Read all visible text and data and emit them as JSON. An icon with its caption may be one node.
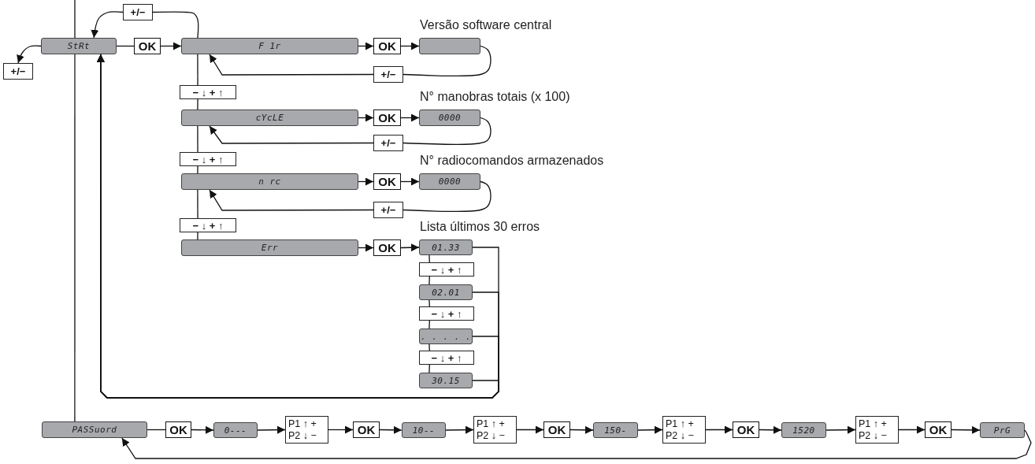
{
  "diagram": {
    "nodes": [
      {
        "text": [
          "StRt"
        ]
      },
      {
        "text": [
          "+/−"
        ]
      },
      {
        "text": [
          "+/−"
        ]
      },
      {
        "text": [
          "OK"
        ]
      },
      {
        "text": [
          "F 1r"
        ]
      },
      {
        "text": [
          "OK"
        ]
      },
      {
        "text": [],
        "shape": "box",
        "beside": [
          "Versão software central"
        ]
      },
      {
        "text": [
          "+/−"
        ]
      },
      {
        "text": [
          "− ↓ + ↑"
        ]
      },
      {
        "text": [
          "cYcLE"
        ]
      },
      {
        "text": [
          "OK"
        ]
      },
      {
        "text": [
          "0000"
        ],
        "beside": [
          "N° manobras totais (x 100)"
        ]
      },
      {
        "text": [
          "+/−"
        ]
      },
      {
        "text": [
          "− ↓ + ↑"
        ]
      },
      {
        "text": [
          "n rc"
        ]
      },
      {
        "text": [
          "OK"
        ]
      },
      {
        "text": [
          "0000"
        ],
        "beside": [
          "N° radiocomandos armazenados"
        ]
      },
      {
        "text": [
          "+/−"
        ]
      },
      {
        "text": [
          "− ↓ + ↑"
        ]
      },
      {
        "text": [
          "Err"
        ]
      },
      {
        "text": [
          "OK"
        ]
      },
      {
        "text": [
          "01.33"
        ],
        "beside": [
          "Lista últimos 30 erros"
        ]
      },
      {
        "text": [
          "− ↓ + ↑"
        ]
      },
      {
        "text": [
          "02.01"
        ]
      },
      {
        "text": [
          "− ↓ + ↑"
        ]
      },
      {
        "text": [
          ". . . . ."
        ]
      },
      {
        "text": [
          "− ↓ + ↑"
        ]
      },
      {
        "text": [
          "30.15"
        ]
      },
      {
        "text": [
          "PASSuord"
        ]
      },
      {
        "text": [
          "OK"
        ]
      },
      {
        "text": [
          "0---"
        ]
      },
      {
        "text": [
          "P1 ↑ +",
          "P2 ↓ −"
        ]
      },
      {
        "text": [
          "OK"
        ]
      },
      {
        "text": [
          "10--"
        ]
      },
      {
        "text": [
          "P1 ↑ +",
          "P2 ↓ −"
        ]
      },
      {
        "text": [
          "OK"
        ]
      },
      {
        "text": [
          "150-"
        ]
      },
      {
        "text": [
          "P1 ↑ +",
          "P2 ↓ −"
        ]
      },
      {
        "text": [
          "OK"
        ]
      },
      {
        "text": [
          "1520"
        ]
      },
      {
        "text": [
          "P1 ↑ +",
          "P2 ↓ −"
        ]
      },
      {
        "text": [
          "OK"
        ]
      },
      {
        "text": [
          "PrG"
        ]
      }
    ],
    "edges": [
      {
        "from": null,
        "to": 0,
        "arrow": "none"
      },
      {
        "from": 0,
        "to": 28,
        "arrow": "none"
      },
      {
        "from": 0,
        "to": 2,
        "arrow": "to"
      },
      {
        "from": 0,
        "to": 3,
        "arrow": "none"
      },
      {
        "from": 3,
        "to": 4,
        "arrow": "to"
      },
      {
        "from": 4,
        "to": 1,
        "arrow": "none"
      },
      {
        "from": 1,
        "to": 0,
        "arrow": "to"
      },
      {
        "from": 4,
        "to": 5,
        "arrow": "to"
      },
      {
        "from": 5,
        "to": 6,
        "arrow": "to"
      },
      {
        "from": 6,
        "to": 7,
        "arrow": "none"
      },
      {
        "from": 7,
        "to": 4,
        "arrow": "to"
      },
      {
        "from": 4,
        "to": 8,
        "arrow": "none"
      },
      {
        "from": 8,
        "to": 9,
        "arrow": "none"
      },
      {
        "from": 9,
        "to": 10,
        "arrow": "to"
      },
      {
        "from": 10,
        "to": 11,
        "arrow": "to"
      },
      {
        "from": 11,
        "to": 12,
        "arrow": "none"
      },
      {
        "from": 12,
        "to": 9,
        "arrow": "to"
      },
      {
        "from": 9,
        "to": 13,
        "arrow": "none"
      },
      {
        "from": 13,
        "to": 14,
        "arrow": "none"
      },
      {
        "from": 14,
        "to": 15,
        "arrow": "to"
      },
      {
        "from": 15,
        "to": 16,
        "arrow": "to"
      },
      {
        "from": 16,
        "to": 17,
        "arrow": "none"
      },
      {
        "from": 17,
        "to": 14,
        "arrow": "to"
      },
      {
        "from": 14,
        "to": 18,
        "arrow": "none"
      },
      {
        "from": 18,
        "to": 19,
        "arrow": "none"
      },
      {
        "from": 19,
        "to": 20,
        "arrow": "to"
      },
      {
        "from": 20,
        "to": 21,
        "arrow": "to"
      },
      {
        "from": 21,
        "to": 22,
        "arrow": "none"
      },
      {
        "from": 22,
        "to": 23,
        "arrow": "none"
      },
      {
        "from": 23,
        "to": 24,
        "arrow": "none"
      },
      {
        "from": 24,
        "to": 25,
        "arrow": "none"
      },
      {
        "from": 25,
        "to": 26,
        "arrow": "none"
      },
      {
        "from": 26,
        "to": 27,
        "arrow": "none"
      },
      {
        "from": 21,
        "to": 0,
        "arrow": "to"
      },
      {
        "from": 23,
        "to": 0,
        "arrow": "to"
      },
      {
        "from": 25,
        "to": 0,
        "arrow": "to"
      },
      {
        "from": 27,
        "to": 0,
        "arrow": "to"
      },
      {
        "from": 28,
        "to": 29,
        "arrow": "none"
      },
      {
        "from": 29,
        "to": 30,
        "arrow": "to"
      },
      {
        "from": 30,
        "to": 31,
        "arrow": "to"
      },
      {
        "from": 31,
        "to": 32,
        "arrow": "to"
      },
      {
        "from": 32,
        "to": 33,
        "arrow": "to"
      },
      {
        "from": 33,
        "to": 34,
        "arrow": "to"
      },
      {
        "from": 34,
        "to": 35,
        "arrow": "to"
      },
      {
        "from": 35,
        "to": 36,
        "arrow": "to"
      },
      {
        "from": 36,
        "to": 37,
        "arrow": "to"
      },
      {
        "from": 37,
        "to": 38,
        "arrow": "to"
      },
      {
        "from": 38,
        "to": 39,
        "arrow": "to"
      },
      {
        "from": 39,
        "to": 40,
        "arrow": "to"
      },
      {
        "from": 40,
        "to": 41,
        "arrow": "to"
      },
      {
        "from": 41,
        "to": 42,
        "arrow": "to"
      },
      {
        "from": 42,
        "to": 28,
        "arrow": "to"
      }
    ]
  }
}
